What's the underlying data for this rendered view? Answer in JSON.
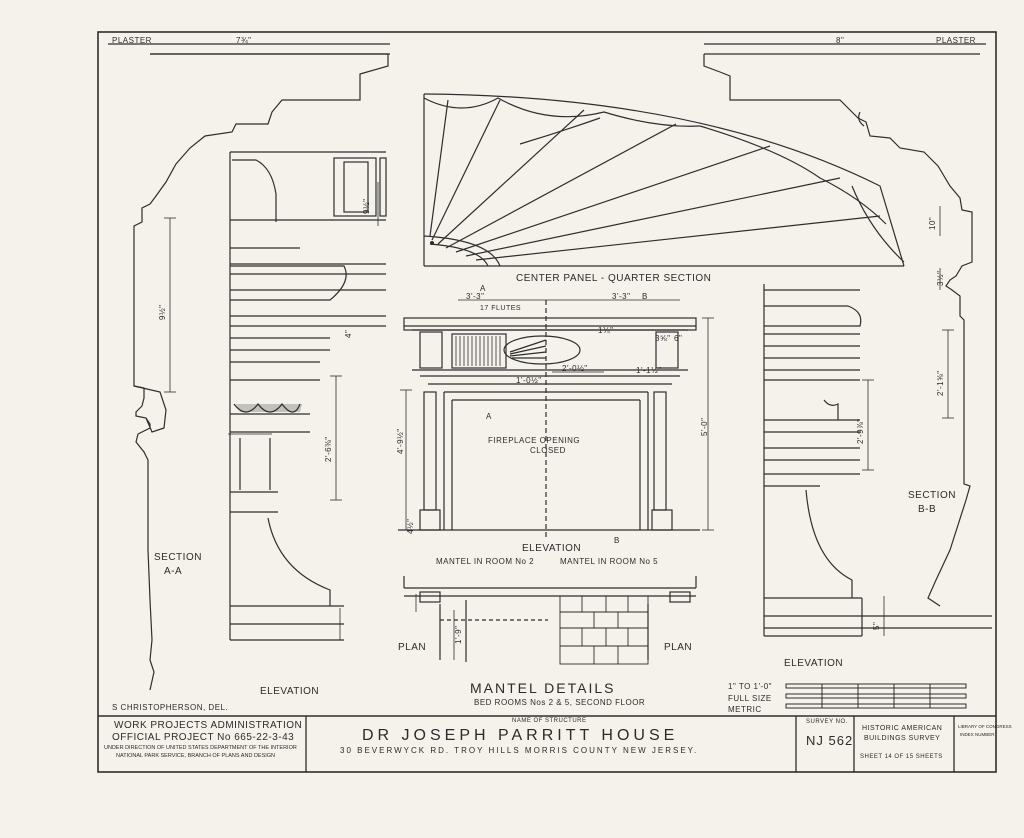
{
  "dims": {
    "plaster_left": "PLASTER",
    "plaster_right": "PLASTER",
    "w_left": "7¾\"",
    "w_right": "8\"",
    "d_9half": "9½\"",
    "d_9half_b": "9½\"",
    "d_2_6": "2'-6⅜\"",
    "d_10": "10\"",
    "d_3half": "3½\"",
    "d_2_1": "2'-1⅝\"",
    "d_2_9": "2'-9⅞\"",
    "d_4": "4\"",
    "d_5": "5\"",
    "d_1_9": "1'-9\"",
    "d_3_3a": "3'-3\"",
    "d_3_3b": "3'-3\"",
    "d_17flutes": "17 FLUTES",
    "d_1q": "1¼\"",
    "d_3q": "3⅝\"",
    "d_6": "6\"",
    "d_10half": "1'-0½\"",
    "d_2_0half": "2'-0½\"",
    "d_1_1half": "1'-1½\"",
    "d_4_9": "4'-9½\"",
    "d_5_0": "5'-0\"",
    "d_4half": "4½\""
  },
  "labels": {
    "center_panel": "CENTER PANEL - QUARTER SECTION",
    "section_aa_1": "SECTION",
    "section_aa_2": "A-A",
    "section_bb_1": "SECTION",
    "section_bb_2": "B-B",
    "fireplace_1": "FIREPLACE OPENING",
    "fireplace_2": "CLOSED",
    "elevation_center": "ELEVATION",
    "mantel_room2": "MANTEL IN ROOM No 2",
    "mantel_room5": "MANTEL IN ROOM No 5",
    "elevation_left": "ELEVATION",
    "elevation_right": "ELEVATION",
    "plan_left": "PLAN",
    "plan_right": "PLAN",
    "marker_a_top": "A",
    "marker_a_mid": "A",
    "marker_b_top": "B",
    "marker_b_bottom": "B",
    "delineator": "S CHRISTOPHERSON, DEL."
  },
  "title_block": {
    "mantel_details": "MANTEL DETAILS",
    "bedrooms": "BED ROOMS Nos 2 & 5, SECOND FLOOR",
    "scale_1": "1\" TO 1'-0\"",
    "scale_2": "FULL SIZE",
    "scale_3": "METRIC",
    "wpa_1": "WORK PROJECTS ADMINISTRATION",
    "wpa_2": "OFFICIAL PROJECT No 665-22-3-43",
    "wpa_3": "UNDER DIRECTION OF UNITED STATES DEPARTMENT OF THE INTERIOR",
    "wpa_4": "NATIONAL PARK SERVICE, BRANCH OF PLANS AND DESIGN",
    "name_label": "NAME OF STRUCTURE",
    "house_name": "DR JOSEPH PARRITT HOUSE",
    "address": "30 BEVERWYCK RD. TROY HILLS MORRIS COUNTY NEW JERSEY.",
    "survey_label": "SURVEY NO.",
    "survey_no": "NJ 562",
    "habs_1": "HISTORIC AMERICAN",
    "habs_2": "BUILDINGS SURVEY",
    "sheet": "SHEET 14 OF 15 SHEETS",
    "loc_1": "LIBRARY OF CONGRESS",
    "loc_2": "INDEX NUMBER"
  }
}
